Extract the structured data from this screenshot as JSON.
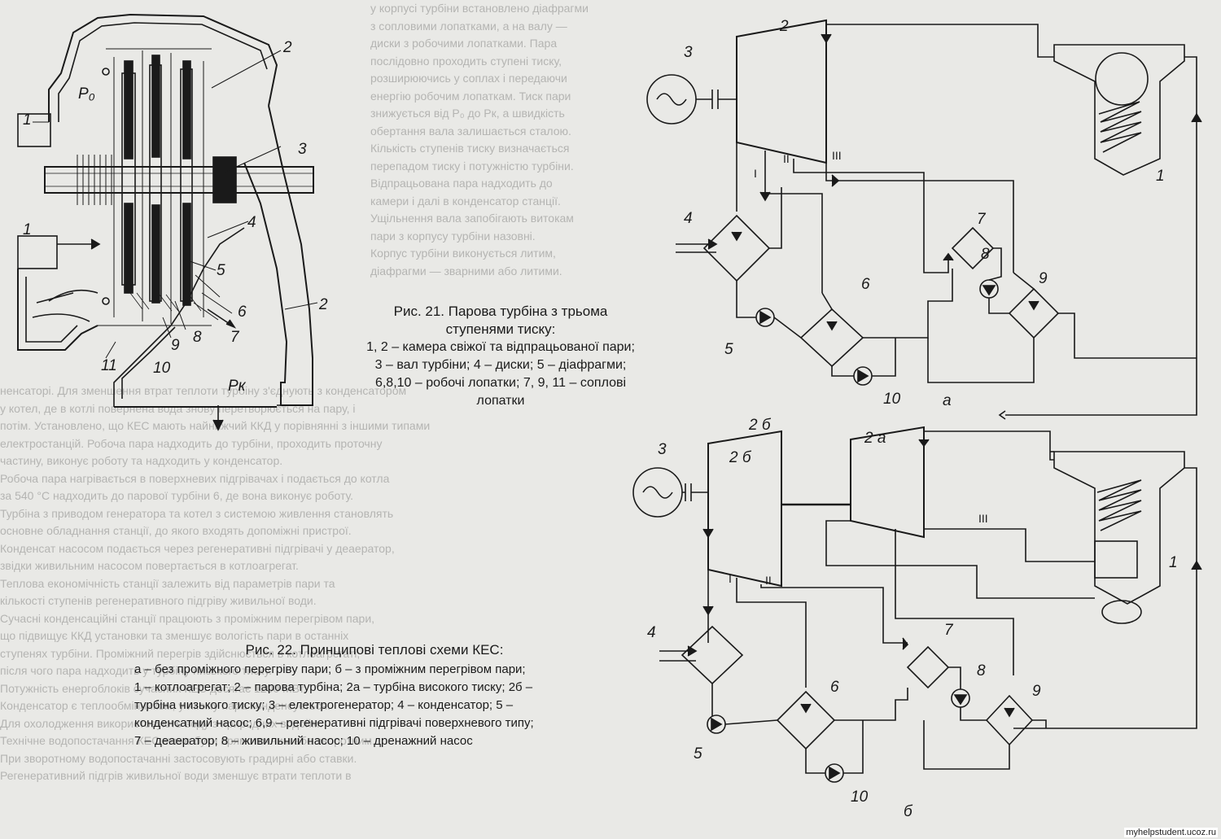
{
  "fig21": {
    "caption_title_line1": "Рис. 21. Парова турбіна з трьома",
    "caption_title_line2": "ступенями тиску:",
    "caption_line1": "1, 2 – камера свіжої та відпрацьованої пари;",
    "caption_line2": "3 – вал турбіни; 4 – диски; 5 – діафрагми;",
    "caption_line3": "6,8,10 – робочі лопатки; 7, 9, 11 – соплові",
    "caption_line4": "лопатки",
    "labels": {
      "p0": "P₀",
      "pk": "Pк",
      "n1": "1",
      "n1b": "1",
      "n2": "2",
      "n2b": "2",
      "n3": "3",
      "n4": "4",
      "n5": "5",
      "n6": "6",
      "n7": "7",
      "n8": "8",
      "n9": "9",
      "n10": "10",
      "n11": "11"
    }
  },
  "fig22": {
    "caption_title": "Рис. 22. Принципові теплові схеми КЕС:",
    "caption_line1": "а – без проміжного перегріву пари; б – з проміжним перегрівом пари;",
    "caption_line2": "1 – котлоагрегат; 2 – парова турбіна; 2а – турбіна високого тиску; 2б –",
    "caption_line3": "турбіна низького тиску; 3 – електрогенератор; 4 – конденсатор; 5 –",
    "caption_line4": "конденсатний насос; 6,9 – регенеративні підгрівачі поверхневого типу;",
    "caption_line5": "7 – деаератор; 8 – живильний насос; 10 – дренажний насос",
    "scheme_a": {
      "sublabel": "а",
      "labels": {
        "n1": "1",
        "n2": "2",
        "n3": "3",
        "n4": "4",
        "n5": "5",
        "n6": "6",
        "n7": "7",
        "n8": "8",
        "n9": "9",
        "n10": "10",
        "r1": "I",
        "r2": "II",
        "r3": "III"
      }
    },
    "scheme_b": {
      "sublabel": "б",
      "labels": {
        "n1": "1",
        "n2a": "2 а",
        "n2b": "2 б",
        "n2b_top": "2 б",
        "n3": "3",
        "n4": "4",
        "n5": "5",
        "n6": "6",
        "n7": "7",
        "n8": "8",
        "n9": "9",
        "n10": "10",
        "r1": "I",
        "r2": "II",
        "r3": "III"
      }
    }
  },
  "background_text": {
    "left_lines": [
      "ненсаторі. Для зменшення втрат теплоти турбіну з'єднують з конденсатором",
      "у котел, де в котлі повернена вода знову перетворюється на пару, і",
      "потім. Установлено, що КЕС мають найнижчий ККД у порівнянні з іншими типами",
      "електростанцій. Робоча пара надходить до турбіни, проходить проточну",
      "частину, виконує роботу та надходить у конденсатор.",
      "Робоча пара нагрівається в поверхневих підгрівачах і подається до котла",
      "за 540 °С надходить до парової турбіни 6, де вона виконує роботу.",
      "Турбіна з приводом генератора та котел з системою живлення становлять",
      "основне обладнання станції, до якого входять допоміжні пристрої.",
      "Конденсат насосом подається через регенеративні підгрівачі у деаератор,",
      "звідки живильним насосом повертається в котлоагрегат.",
      "Теплова економічність станції залежить від параметрів пари та",
      "кількості ступенів регенеративного підгріву живильної води.",
      "Сучасні конденсаційні станції працюють з проміжним перегрівом пари,",
      "що підвищує ККД установки та зменшує вологість пари в останніх",
      "ступенях турбіни. Проміжний перегрів здійснюється в котлоагрегаті,",
      "після чого пара надходить у турбіну низького тиску.",
      "Потужність енергоблоків сучасних КЕС досягає 1200 МВт.",
      "Конденсатор є теплообмінником, у якому пара конденсується.",
      "Для охолодження використовують воду з природних водойм.",
      "Технічне водопостачання КЕС може бути прямоточним або зворотним.",
      "При зворотному водопостачанні застосовують градирні або ставки.",
      "Регенеративний підгрів живильної води зменшує втрати теплоти в"
    ],
    "mid_lines": [
      "у корпусі турбіни встановлено діафрагми",
      "з сопловими лопатками, а на валу —",
      "диски з робочими лопатками. Пара",
      "послідовно проходить ступені тиску,",
      "розширюючись у соплах і передаючи",
      "енергію робочим лопаткам. Тиск пари",
      "знижується від P₀ до Pк, а швидкість",
      "обертання вала залишається сталою.",
      "Кількість ступенів тиску визначається",
      "перепадом тиску і потужністю турбіни.",
      "Відпрацьована пара надходить до",
      "камери і далі в конденсатор станції.",
      "Ущільнення вала запобігають витокам",
      "пари з корпусу турбіни назовні.",
      "Корпус турбіни виконується литим,",
      "діафрагми — зварними або литими."
    ]
  },
  "watermark": "myhelpstudent.ucoz.ru"
}
